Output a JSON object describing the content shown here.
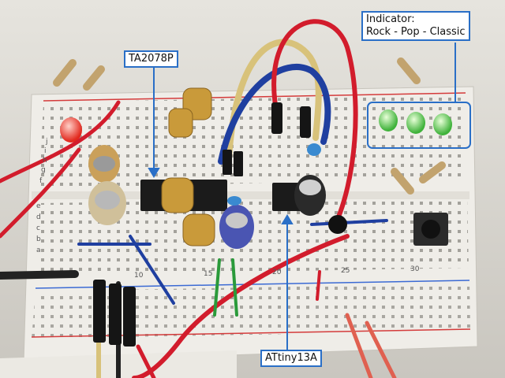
{
  "annotations": {
    "amplifier_chip": "TA2078P",
    "microcontroller": "ATtiny13A",
    "indicator_title": "Indicator:",
    "indicator_modes": "Rock - Pop - Classic"
  },
  "breadboard": {
    "row_letters_top": [
      "f",
      "g",
      "h",
      "i",
      "j"
    ],
    "row_letters_bottom": [
      "a",
      "b",
      "c",
      "d",
      "e"
    ],
    "column_numbers_visible": [
      "10",
      "15",
      "20",
      "25",
      "30"
    ]
  },
  "colors": {
    "callout_border": "#2a6fc7",
    "board": "#eeece6",
    "wire_red": "#d21c2c",
    "wire_blue": "#1f3fa0",
    "wire_yellow": "#d8c27a"
  }
}
